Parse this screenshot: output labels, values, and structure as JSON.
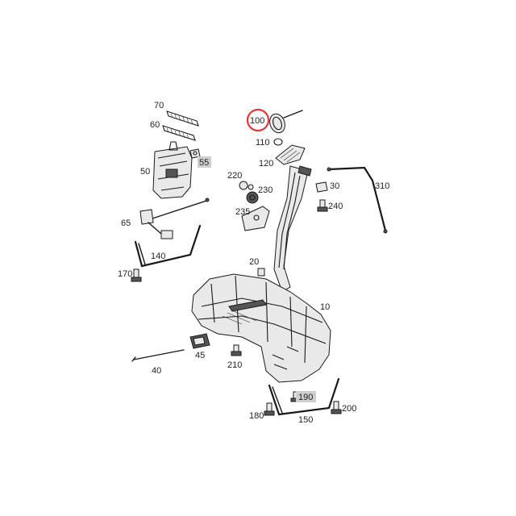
{
  "labels": {
    "l70": "70",
    "l60": "60",
    "l50": "50",
    "l55": "55",
    "l100": "100",
    "l110": "110",
    "l120": "120",
    "l220": "220",
    "l230": "230",
    "l235": "235",
    "l30": "30",
    "l240": "240",
    "l310": "310",
    "l65": "65",
    "l140": "140",
    "l170": "170",
    "l20": "20",
    "l10": "10",
    "l45": "45",
    "l40": "40",
    "l210": "210",
    "l190": "190",
    "l180": "180",
    "l150": "150",
    "l200": "200"
  },
  "colors": {
    "highlight_circle": "#e53935",
    "label_box": "#cfcfcf",
    "line_art": "#1a1a1a"
  }
}
